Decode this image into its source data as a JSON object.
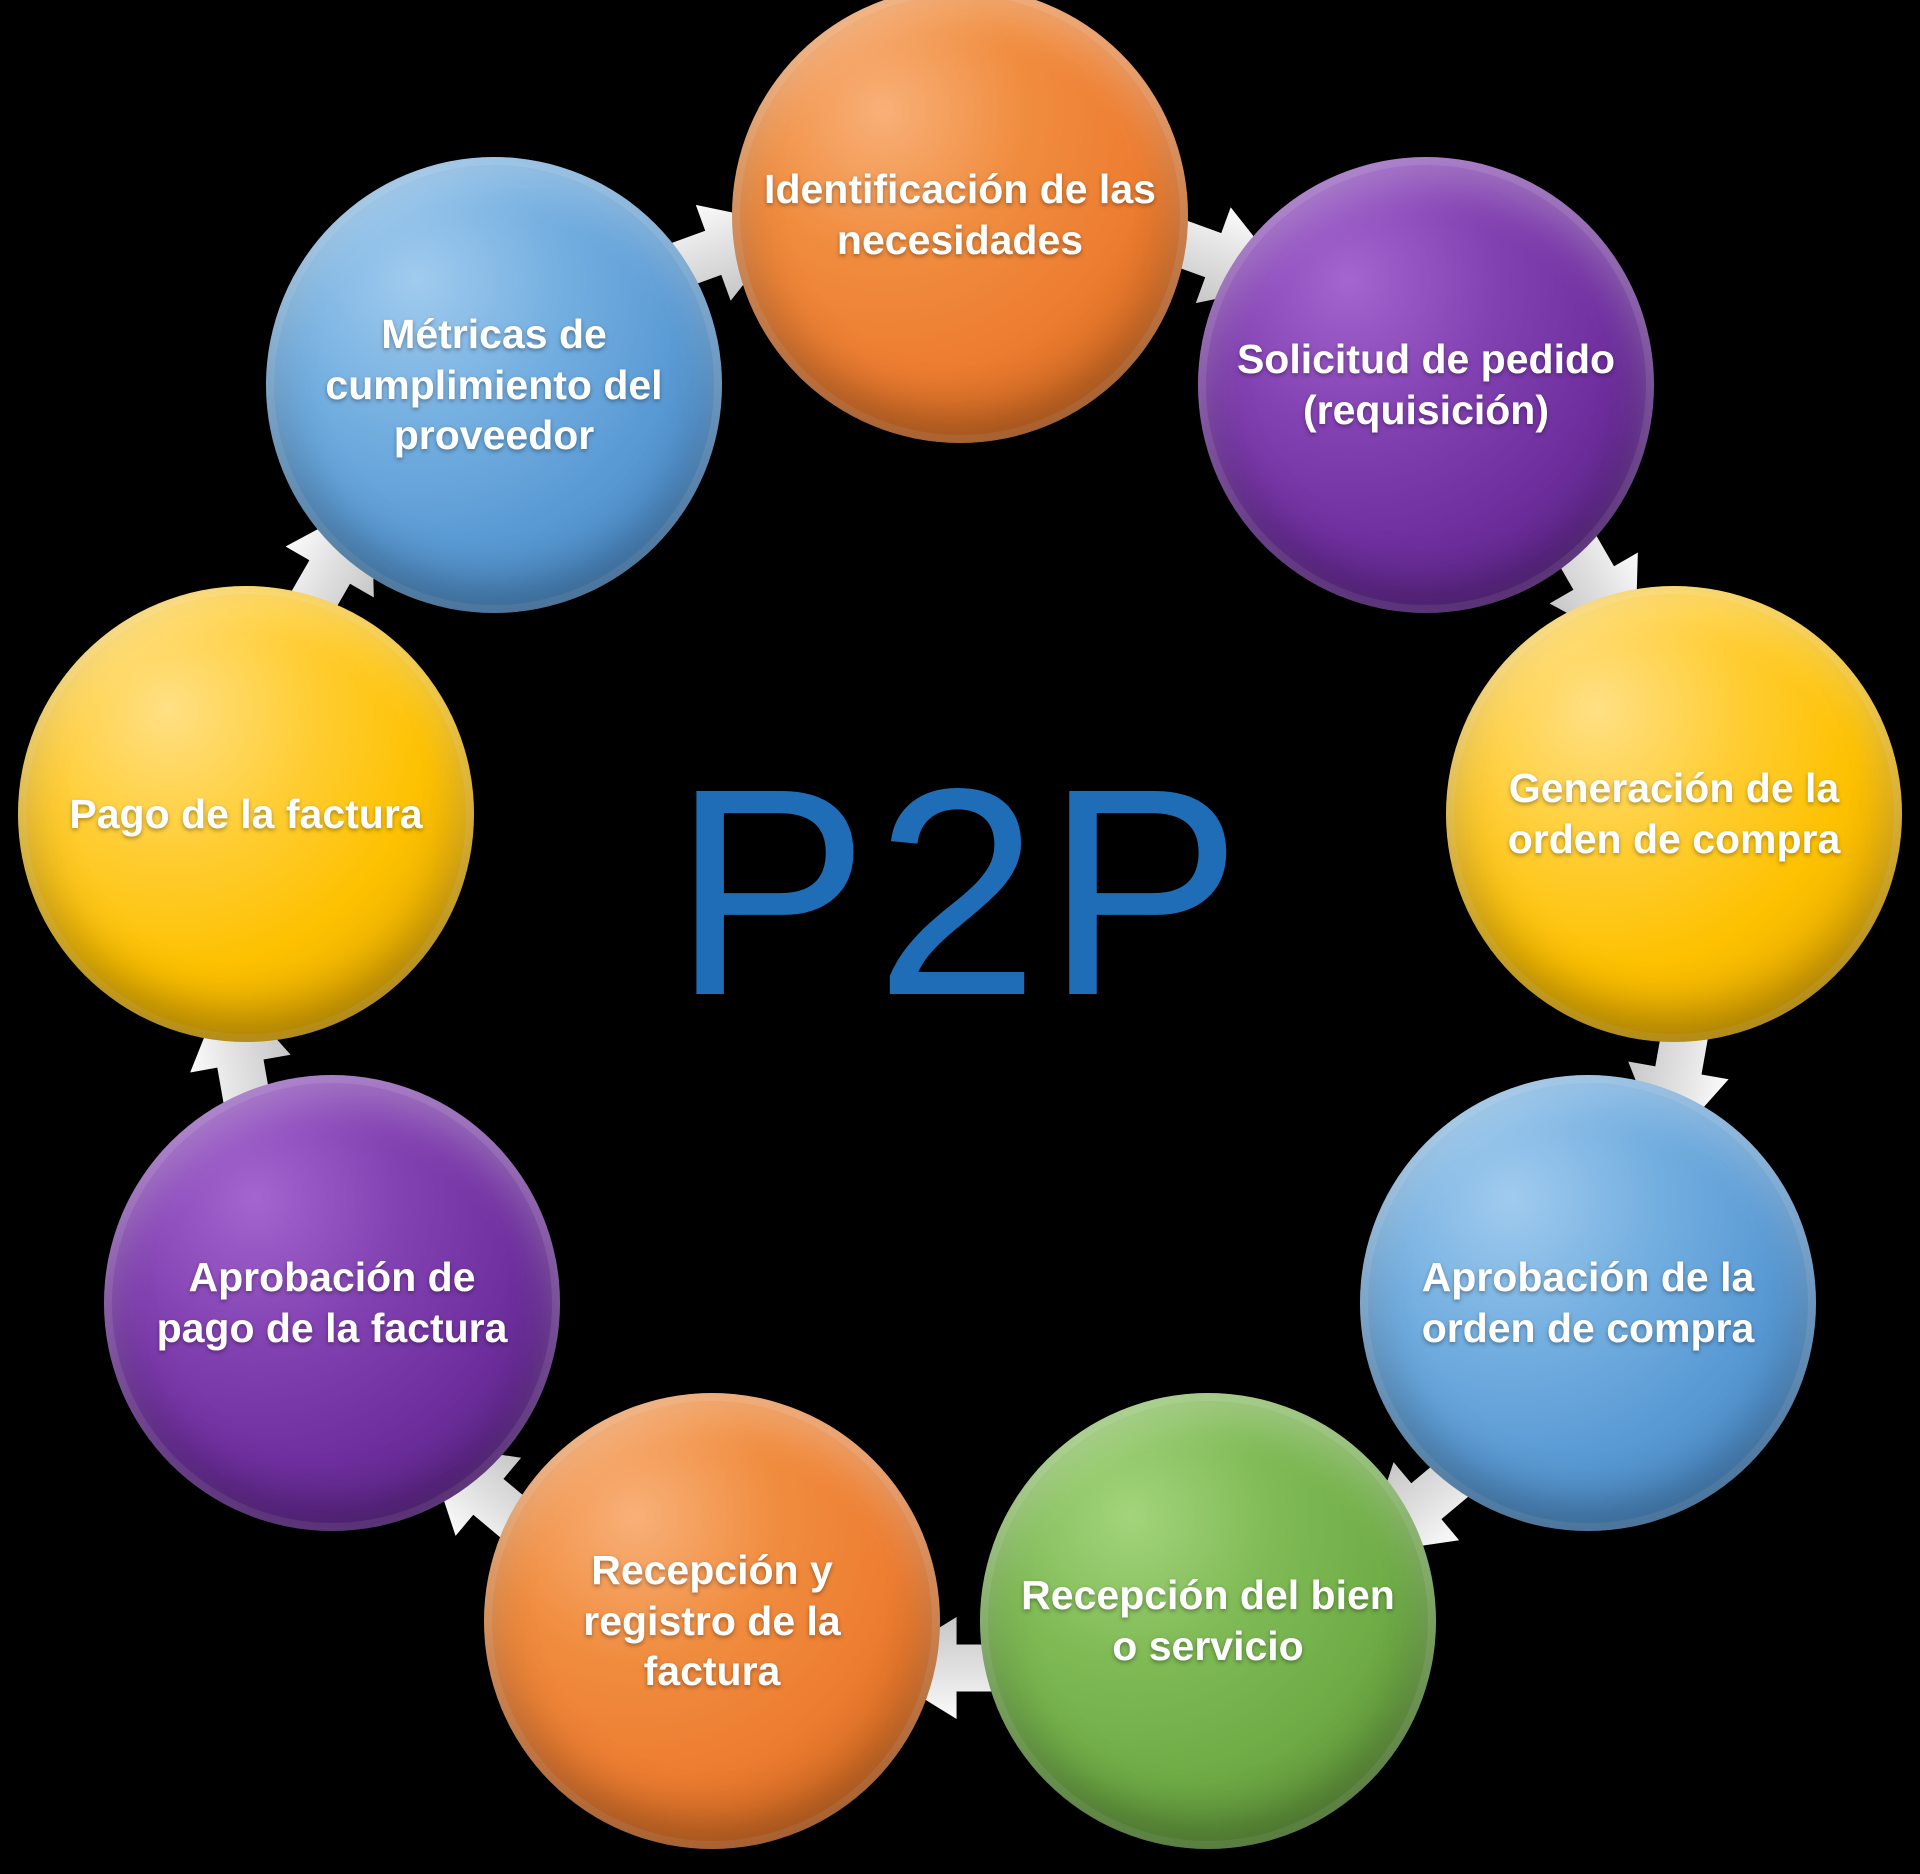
{
  "diagram": {
    "center_label": "P2P",
    "center_color": "#1E6DB6",
    "background_color": "#000000",
    "arrow_color": "#D9D9D9",
    "text_color": "#FFFFFF",
    "flow_direction": "clockwise",
    "steps": [
      {
        "id": 1,
        "label": "Identificación de las necesidades",
        "color": "#ED7D31",
        "color_name": "orange"
      },
      {
        "id": 2,
        "label": "Solicitud de pedido (requisición)",
        "color": "#7030A0",
        "color_name": "purple"
      },
      {
        "id": 3,
        "label": "Generación de la orden de compra",
        "color": "#FFC000",
        "color_name": "gold"
      },
      {
        "id": 4,
        "label": "Aprobación de la orden de compra",
        "color": "#5B9BD5",
        "color_name": "blue"
      },
      {
        "id": 5,
        "label": "Recepción del bien o servicio",
        "color": "#70AD47",
        "color_name": "green"
      },
      {
        "id": 6,
        "label": "Recepción y registro de la factura",
        "color": "#ED7D31",
        "color_name": "orange"
      },
      {
        "id": 7,
        "label": "Aprobación de pago de la factura",
        "color": "#7030A0",
        "color_name": "purple"
      },
      {
        "id": 8,
        "label": "Pago de la factura",
        "color": "#FFC000",
        "color_name": "gold"
      },
      {
        "id": 9,
        "label": "Métricas de cumplimiento del proveedor",
        "color": "#5B9BD5",
        "color_name": "blue"
      }
    ]
  }
}
